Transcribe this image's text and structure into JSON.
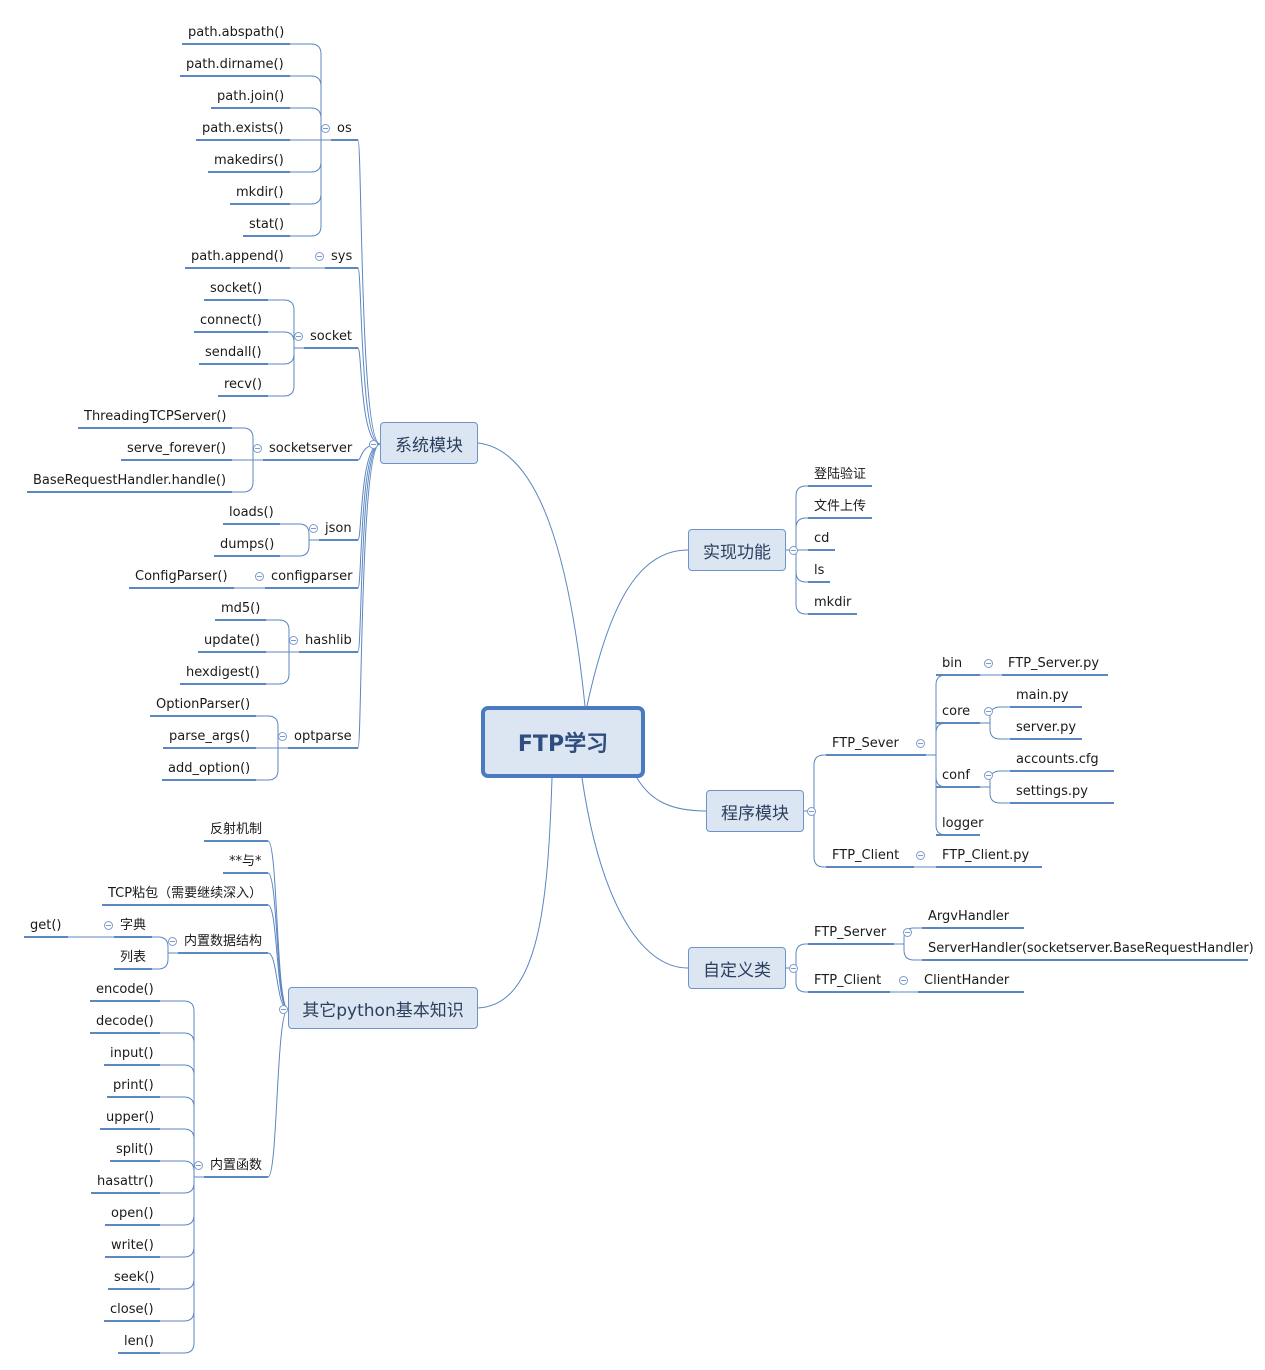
{
  "center": "FTP学习",
  "branches": [
    {
      "id": "sys",
      "label": "系统模块",
      "children": [
        {
          "id": "os",
          "label": "os",
          "children": [
            {
              "label": "path.abspath()"
            },
            {
              "label": "path.dirname()"
            },
            {
              "label": "path.join()"
            },
            {
              "label": "path.exists()"
            },
            {
              "label": "makedirs()"
            },
            {
              "label": "mkdir()"
            },
            {
              "label": "stat()"
            }
          ]
        },
        {
          "id": "sysmod",
          "label": "sys",
          "children": [
            {
              "label": "path.append()"
            }
          ]
        },
        {
          "id": "socket",
          "label": "socket",
          "children": [
            {
              "label": "socket()"
            },
            {
              "label": "connect()"
            },
            {
              "label": "sendall()"
            },
            {
              "label": "recv()"
            }
          ]
        },
        {
          "id": "socketserver",
          "label": "socketserver",
          "children": [
            {
              "label": "ThreadingTCPServer()"
            },
            {
              "label": "serve_forever()"
            },
            {
              "label": "BaseRequestHandler.handle()"
            }
          ]
        },
        {
          "id": "json",
          "label": "json",
          "children": [
            {
              "label": "loads()"
            },
            {
              "label": "dumps()"
            }
          ]
        },
        {
          "id": "configparser",
          "label": "configparser",
          "children": [
            {
              "label": "ConfigParser()"
            }
          ]
        },
        {
          "id": "hashlib",
          "label": "hashlib",
          "children": [
            {
              "label": "md5()"
            },
            {
              "label": "update()"
            },
            {
              "label": "hexdigest()"
            }
          ]
        },
        {
          "id": "optparse",
          "label": "optparse",
          "children": [
            {
              "label": "OptionParser()"
            },
            {
              "label": "parse_args()"
            },
            {
              "label": "add_option()"
            }
          ]
        }
      ]
    },
    {
      "id": "other",
      "label": "其它python基本知识",
      "children": [
        {
          "id": "reflect",
          "label": "反射机制"
        },
        {
          "id": "stars",
          "label": "**与*"
        },
        {
          "id": "tcp",
          "label": "TCP粘包（需要继续深入）"
        },
        {
          "id": "builtin-ds",
          "label": "内置数据结构",
          "children": [
            {
              "id": "dict",
              "label": "字典",
              "children": [
                {
                  "label": "get()"
                }
              ]
            },
            {
              "id": "list",
              "label": "列表"
            }
          ]
        },
        {
          "id": "builtin-fn",
          "label": "内置函数",
          "children": [
            {
              "label": "encode()"
            },
            {
              "label": "decode()"
            },
            {
              "label": "input()"
            },
            {
              "label": "print()"
            },
            {
              "label": "upper()"
            },
            {
              "label": "split()"
            },
            {
              "label": "hasattr()"
            },
            {
              "label": "open()"
            },
            {
              "label": "write()"
            },
            {
              "label": "seek()"
            },
            {
              "label": "close()"
            },
            {
              "label": "len()"
            }
          ]
        }
      ]
    },
    {
      "id": "impl",
      "label": "实现功能",
      "children": [
        {
          "label": "登陆验证"
        },
        {
          "label": "文件上传"
        },
        {
          "label": "cd"
        },
        {
          "label": "ls"
        },
        {
          "label": "mkdir"
        }
      ]
    },
    {
      "id": "prog",
      "label": "程序模块",
      "children": [
        {
          "id": "ftp-sever",
          "label": "FTP_Sever",
          "children": [
            {
              "id": "bin",
              "label": "bin",
              "children": [
                {
                  "label": "FTP_Server.py"
                }
              ]
            },
            {
              "id": "core",
              "label": "core",
              "children": [
                {
                  "label": "main.py"
                },
                {
                  "label": "server.py"
                }
              ]
            },
            {
              "id": "conf",
              "label": "conf",
              "children": [
                {
                  "label": "accounts.cfg"
                },
                {
                  "label": "settings.py"
                }
              ]
            },
            {
              "id": "logger",
              "label": "logger"
            }
          ]
        },
        {
          "id": "ftp-client",
          "label": "FTP_Client",
          "children": [
            {
              "label": "FTP_Client.py"
            }
          ]
        }
      ]
    },
    {
      "id": "custom",
      "label": "自定义类",
      "children": [
        {
          "id": "cls-server",
          "label": "FTP_Server",
          "children": [
            {
              "label": "ArgvHandler"
            },
            {
              "label": "ServerHandler(socketserver.BaseRequestHandler)"
            }
          ]
        },
        {
          "id": "cls-client",
          "label": "FTP_Client",
          "children": [
            {
              "label": "ClientHander"
            }
          ]
        }
      ]
    }
  ]
}
